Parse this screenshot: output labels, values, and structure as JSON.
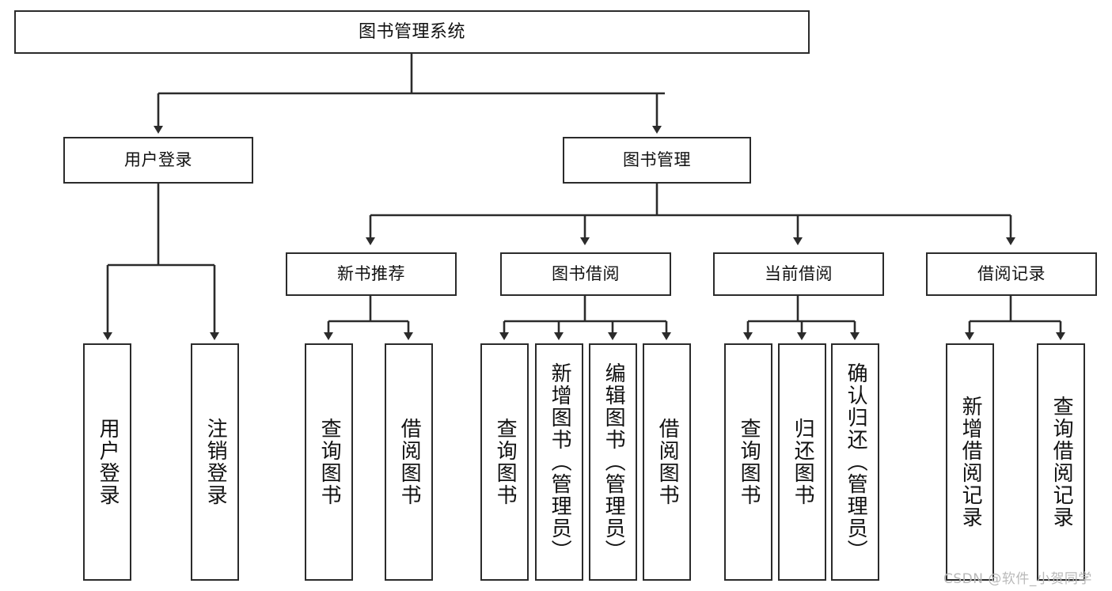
{
  "diagram": {
    "title": "图书管理系统",
    "type": "tree-hierarchy-chart",
    "colors": {
      "box_border": "#2b2b2b",
      "box_fill": "#ffffff",
      "edge": "#2b2b2b",
      "text": "#111111",
      "watermark": "#b9b9b9",
      "background": "#ffffff"
    },
    "root": {
      "label": "图书管理系统"
    },
    "level1": [
      {
        "label": "用户登录"
      },
      {
        "label": "图书管理"
      }
    ],
    "level2": [
      {
        "label": "新书推荐"
      },
      {
        "label": "图书借阅"
      },
      {
        "label": "当前借阅"
      },
      {
        "label": "借阅记录"
      }
    ],
    "leaves": {
      "user_login": [
        {
          "label": "用户登录"
        },
        {
          "label": "注销登录"
        }
      ],
      "new_book_recommend": [
        {
          "label": "查询图书"
        },
        {
          "label": "借阅图书"
        }
      ],
      "book_borrow": [
        {
          "label": "查询图书"
        },
        {
          "label": "新增图书（管理员）"
        },
        {
          "label": "编辑图书（管理员）"
        },
        {
          "label": "借阅图书"
        }
      ],
      "current_borrow": [
        {
          "label": "查询图书"
        },
        {
          "label": "归还图书"
        },
        {
          "label": "确认归还（管理员）"
        }
      ],
      "borrow_record": [
        {
          "label": "新增借阅记录"
        },
        {
          "label": "查询借阅记录"
        }
      ]
    },
    "watermark": "CSDN @软件_小贺同学"
  }
}
